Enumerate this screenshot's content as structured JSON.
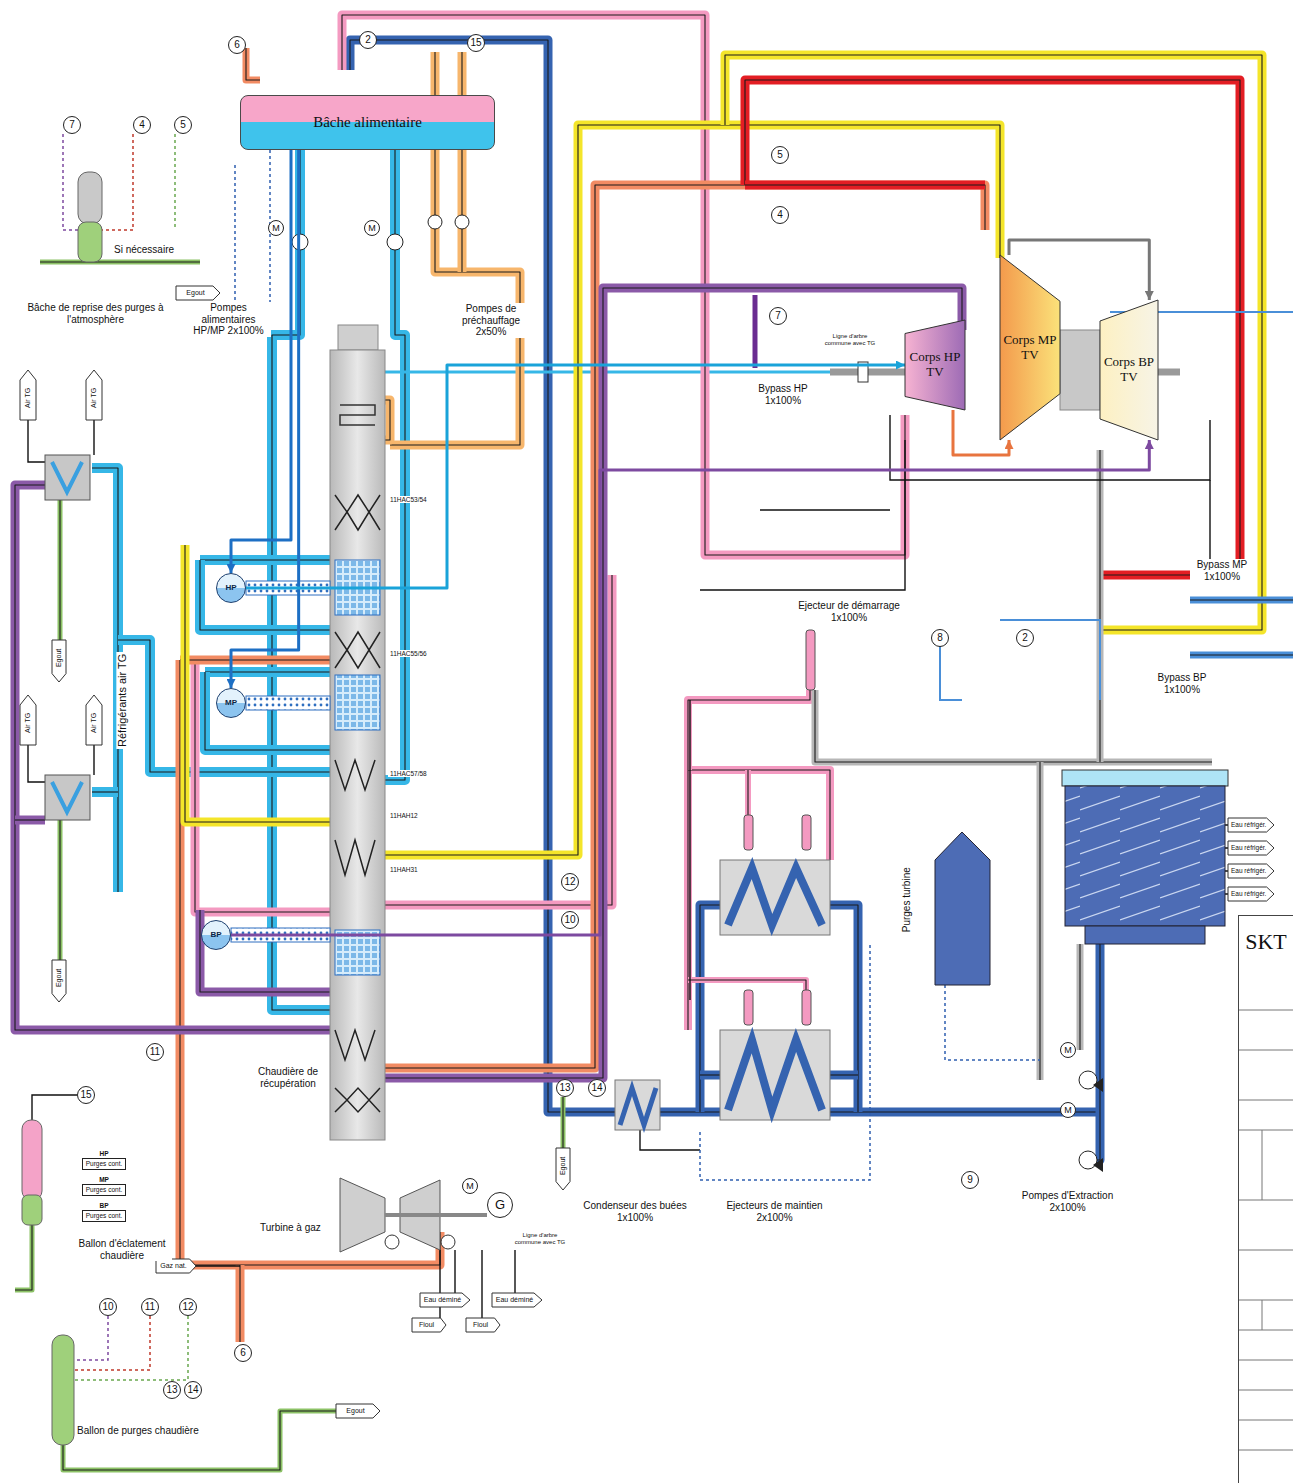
{
  "diagram": {
    "nodes": [
      {
        "text": [
          "Bâche alimentaire"
        ]
      },
      {
        "text": [
          "Corps HP TV"
        ]
      },
      {
        "text": [
          "Corps MP TV"
        ]
      },
      {
        "text": [
          "Corps BP TV"
        ]
      },
      {
        "text": [
          "HP"
        ]
      },
      {
        "text": [
          "MP"
        ]
      },
      {
        "text": [
          "BP"
        ]
      },
      {
        "text": [
          "Air TG"
        ]
      },
      {
        "text": [
          "Air TG"
        ]
      },
      {
        "text": [
          "Air TG"
        ]
      },
      {
        "text": [
          "Air TG"
        ]
      },
      {
        "text": [
          "Egout"
        ]
      },
      {
        "text": [
          "Egout"
        ]
      },
      {
        "text": [
          "Egout"
        ]
      },
      {
        "text": [
          "Egout"
        ]
      },
      {
        "text": [
          "Egout"
        ]
      },
      {
        "text": [
          "Eau réfrigér."
        ]
      },
      {
        "text": [
          "Eau réfrigér."
        ]
      },
      {
        "text": [
          "Eau réfrigér."
        ]
      },
      {
        "text": [
          "Eau réfrigér."
        ]
      },
      {
        "text": [
          "Gaz nat."
        ]
      },
      {
        "text": [
          "Eau déminé"
        ]
      },
      {
        "text": [
          "Eau déminé"
        ]
      },
      {
        "text": [
          "Fioul"
        ]
      },
      {
        "text": [
          "Fioul"
        ]
      },
      {
        "text": [
          "HP",
          "Purges cont."
        ]
      },
      {
        "text": [
          "MP",
          "Purges cont."
        ]
      },
      {
        "text": [
          "BP",
          "Purges cont."
        ]
      },
      {
        "text": [
          "SKT"
        ]
      }
    ],
    "edges": [
      {
        "from": 0,
        "to": 4,
        "arrow": "to"
      },
      {
        "from": 0,
        "to": 5,
        "arrow": "to"
      },
      {
        "from": 4,
        "to": 1,
        "arrow": "to"
      },
      {
        "from": 1,
        "to": 2,
        "arrow": "to"
      },
      {
        "from": 2,
        "to": 3,
        "arrow": "to"
      },
      {
        "from": 6,
        "to": 3,
        "arrow": "to"
      }
    ],
    "labels": [
      "6",
      "2",
      "15",
      "7",
      "4",
      "5",
      "Si nécessaire",
      "Bâche de reprise des purges à l'atmosphère",
      "M",
      "M",
      "Pompes alimentaires HP/MP 2x100%",
      "Pompes de préchauffage 2x50%",
      "5",
      "4",
      "7",
      "Bypass HP 1x100%",
      "Ligne d'arbre commune avec TG",
      "Réfrigérants air TG",
      "11HAC53/54",
      "11HAC55/56",
      "11HAC57/58",
      "11HAH12",
      "11HAH31",
      "Bypass MP 1x100%",
      "Ejecteur de démarrage 1x100%",
      "8",
      "2",
      "Bypass BP 1x100%",
      "Purges turbine",
      "12",
      "10",
      "11",
      "Chaudière de récupération",
      "13",
      "14",
      "M",
      "M",
      "9",
      "Condenseur des buées 1x100%",
      "Ejecteurs de maintien 2x100%",
      "Pompes d'Extraction 2x100%",
      "15",
      "Ballon d'éclatement chaudière",
      "Turbine à gaz",
      "G",
      "M",
      "Ligne d'arbre commune avec TG",
      "10",
      "11",
      "12",
      "6",
      "13",
      "14",
      "Ballon de purges chaudière"
    ]
  }
}
